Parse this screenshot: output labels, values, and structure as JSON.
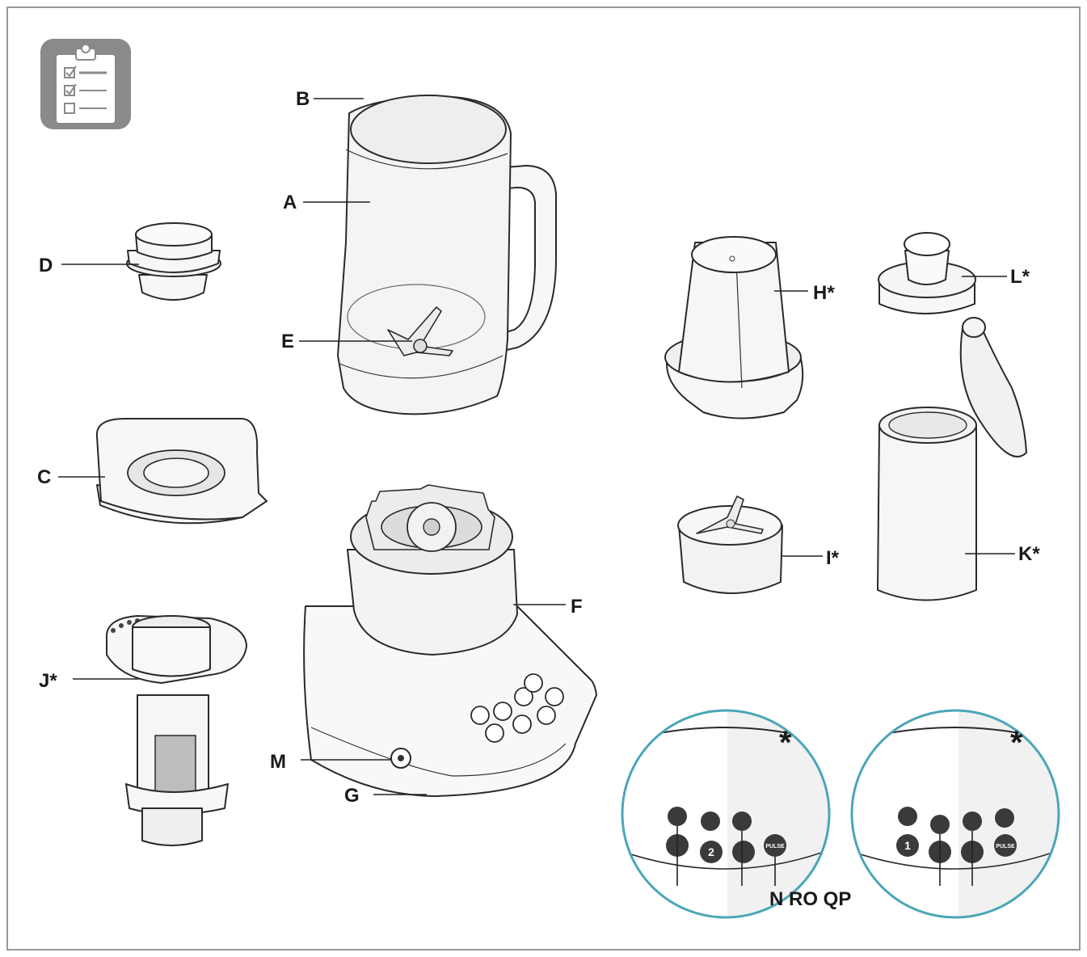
{
  "labels": {
    "A": "A",
    "B": "B",
    "C": "C",
    "D": "D",
    "E": "E",
    "F": "F",
    "G": "G",
    "H": "H*",
    "I": "I*",
    "J": "J*",
    "K": "K*",
    "L": "L*",
    "M": "M",
    "bottom_group": "N RO QP",
    "asterisk_left": "*",
    "asterisk_right": "*"
  },
  "buttons": {
    "left_2": "2",
    "left_pulse": "PULSE",
    "right_1": "1",
    "right_pulse": "PULSE"
  },
  "colors": {
    "frame": "#999999",
    "callout_circle": "#4aa6b8",
    "icon_tile": "#8a8a8a",
    "button_fill": "#3a3a3a"
  },
  "icons": [
    "checklist-icon"
  ]
}
